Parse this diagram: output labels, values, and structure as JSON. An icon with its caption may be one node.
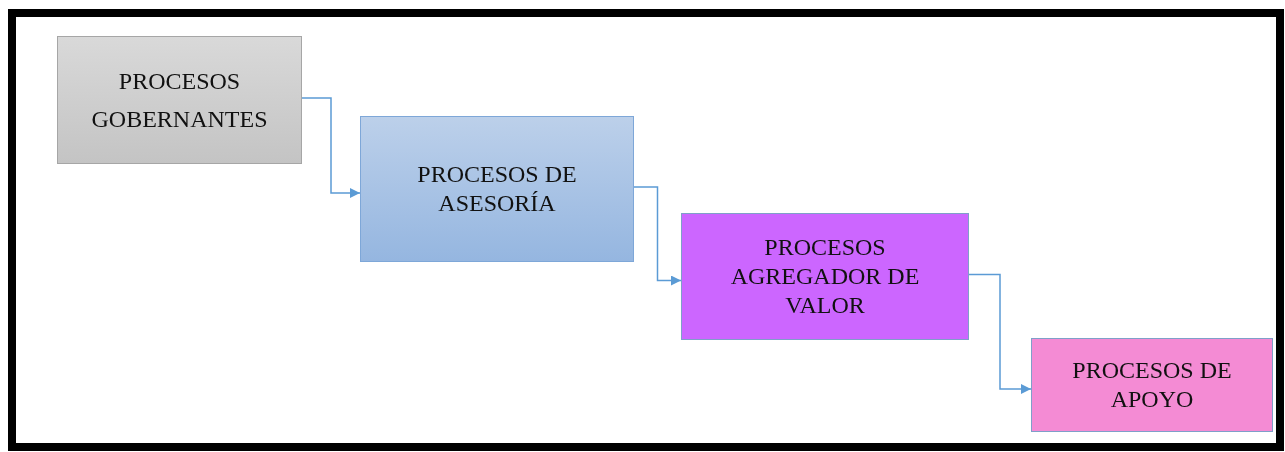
{
  "diagram": {
    "nodes": [
      {
        "text": [
          "PROCESOS GOBERNANTES"
        ]
      },
      {
        "text": [
          "PROCESOS DE ASESORÍA"
        ]
      },
      {
        "text": [
          "PROCESOS AGREGADOR DE VALOR"
        ]
      },
      {
        "text": [
          "PROCESOS DE APOYO"
        ]
      }
    ],
    "edges": [
      {
        "from": 0,
        "to": 1,
        "arrow": "to"
      },
      {
        "from": 1,
        "to": 2,
        "arrow": "to"
      },
      {
        "from": 2,
        "to": 3,
        "arrow": "to"
      }
    ]
  }
}
